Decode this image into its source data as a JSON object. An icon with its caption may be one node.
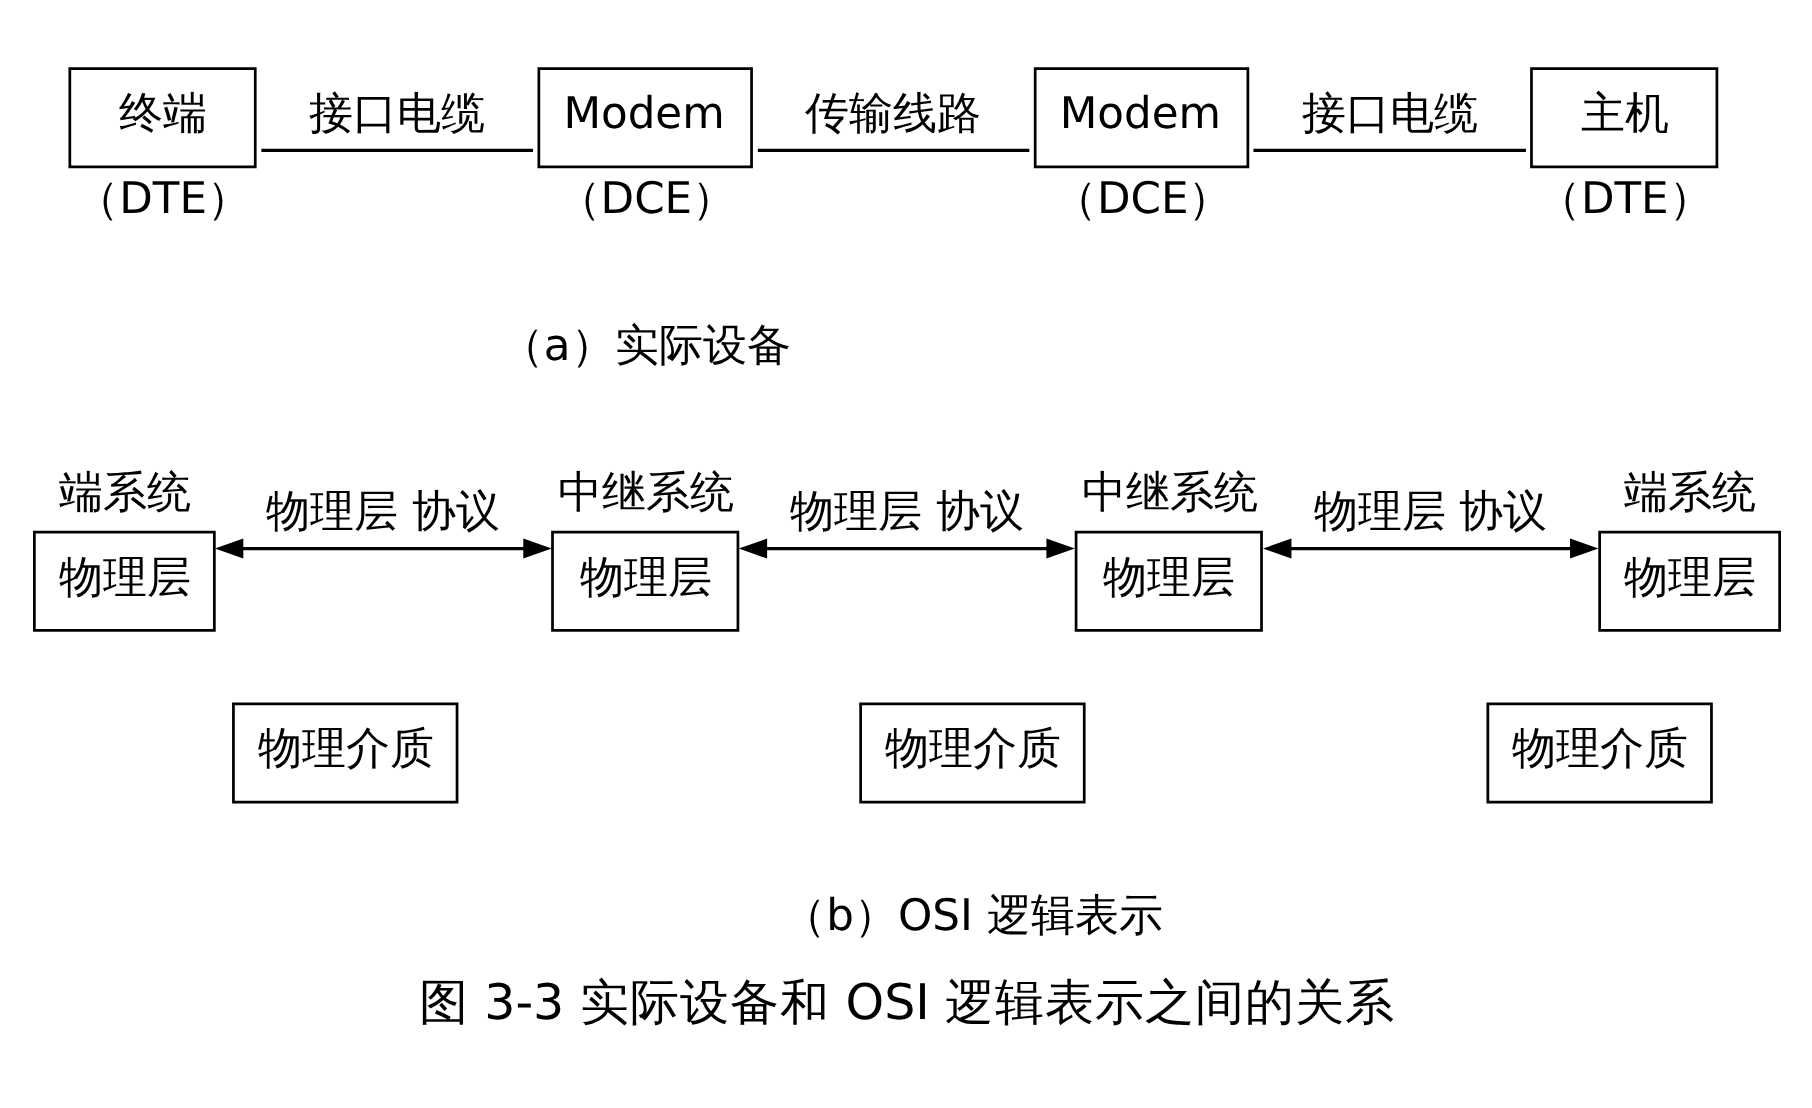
{
  "diagram": {
    "caption": "图 3-3 实际设备和 OSI 逻辑表示之间的关系",
    "nodes": [
      {
        "text": [
          "终端"
        ],
        "beside": [
          "（DTE）"
        ]
      },
      {
        "text": [
          "Modem"
        ],
        "beside": [
          "（DCE）"
        ]
      },
      {
        "text": [
          "Modem"
        ],
        "beside": [
          "（DCE）"
        ]
      },
      {
        "text": [
          "主机"
        ],
        "beside": [
          "（DTE）"
        ]
      },
      {
        "text": [
          "端系统",
          "物理层"
        ]
      },
      {
        "text": [
          "中继系统",
          "物理层"
        ]
      },
      {
        "text": [
          "中继系统",
          "物理层"
        ]
      },
      {
        "text": [
          "端系统",
          "物理层"
        ]
      },
      {
        "text": [
          "物理介质"
        ]
      },
      {
        "text": [
          "物理介质"
        ]
      },
      {
        "text": [
          "物理介质"
        ]
      }
    ],
    "edges": [
      {
        "from": 0,
        "to": 1,
        "arrow": "none",
        "label": "接口电缆"
      },
      {
        "from": 1,
        "to": 2,
        "arrow": "none",
        "label": "传输线路"
      },
      {
        "from": 2,
        "to": 3,
        "arrow": "none",
        "label": "接口电缆"
      },
      {
        "from": 4,
        "to": 5,
        "arrow": "both",
        "label": "物理层 协议"
      },
      {
        "from": 5,
        "to": 6,
        "arrow": "both",
        "label": "物理层 协议"
      },
      {
        "from": 6,
        "to": 7,
        "arrow": "both",
        "label": "物理层 协议"
      }
    ],
    "labels": [
      "（a）实际设备",
      "（b）OSI 逻辑表示"
    ]
  }
}
